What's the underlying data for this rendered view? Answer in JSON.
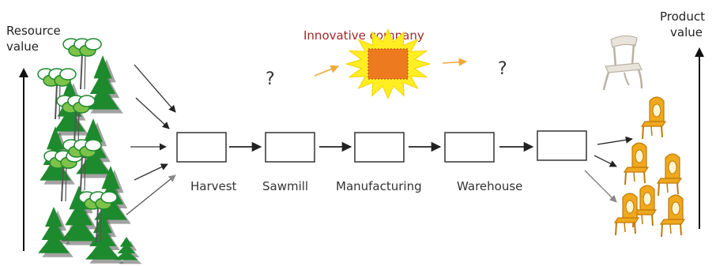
{
  "axes": {
    "left_label_line1": "Resource",
    "left_label_line2": "value",
    "right_label_line1": "Product",
    "right_label_line2": "value"
  },
  "innovative": {
    "label": "Innovative company",
    "label_color": "#a0292a",
    "sun_color": "#ffee22",
    "box_color": "#ee7a20",
    "arrow_color": "#f2a93b"
  },
  "question_marks": [
    "?",
    "?"
  ],
  "stages": [
    {
      "label": "Harvest"
    },
    {
      "label": "Sawmill"
    },
    {
      "label": "Manufacturing"
    },
    {
      "label": "Warehouse"
    },
    {
      "label": ""
    }
  ],
  "colors": {
    "tree_dark": "#1e8a2e",
    "tree_light": "#7fc24a",
    "chair_gold": "#f0a81c",
    "chair_white": "#e8e4dc"
  }
}
